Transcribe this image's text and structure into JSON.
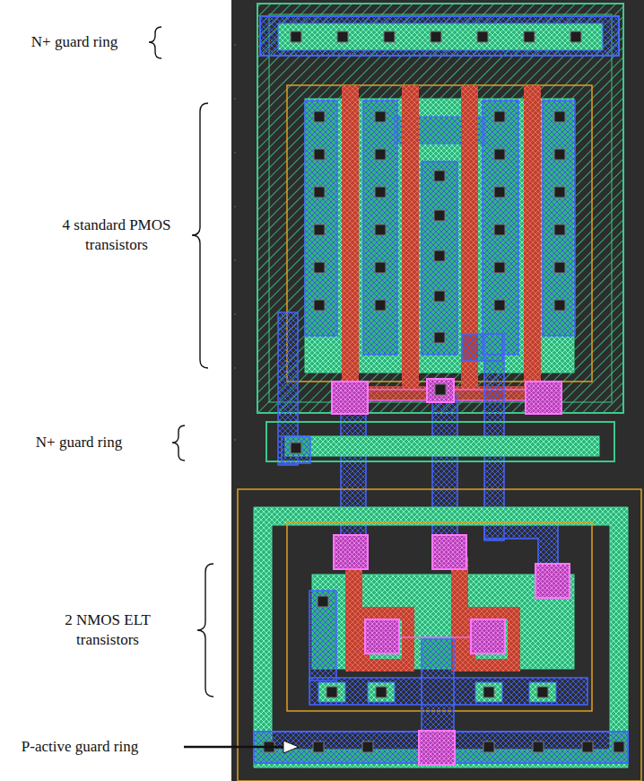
{
  "diagram": {
    "labels": [
      "N+ guard ring",
      "4 standard PMOS transistors",
      "N+ guard ring",
      "2 NMOS ELT transistors",
      "P-active guard ring"
    ]
  }
}
